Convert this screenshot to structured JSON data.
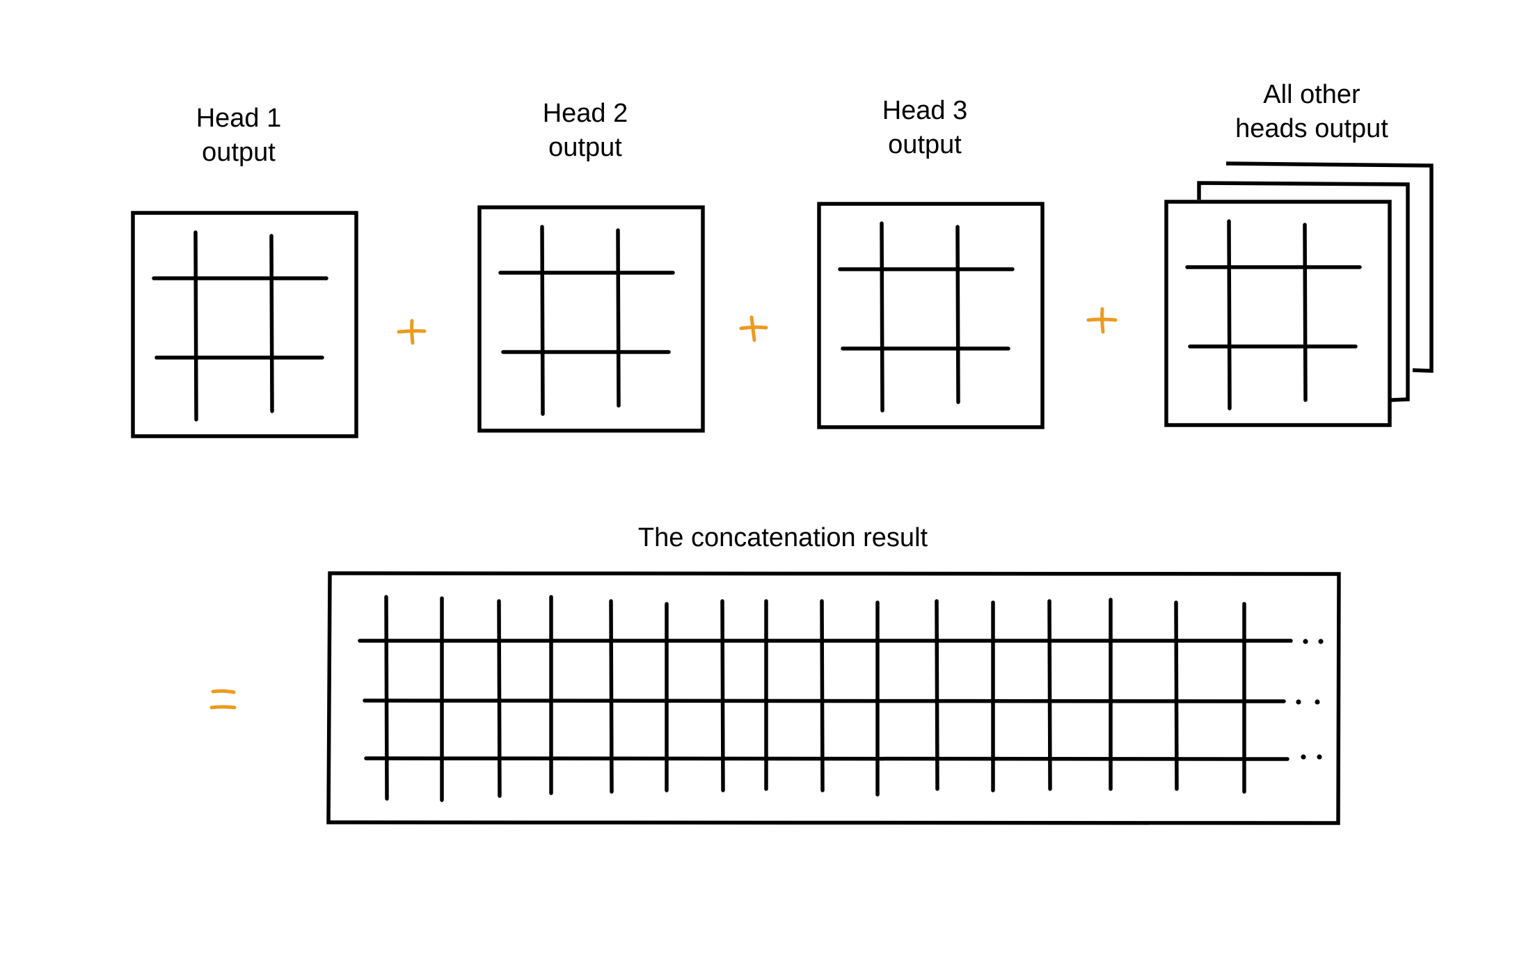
{
  "heads": [
    {
      "line1": "Head 1",
      "line2": "output"
    },
    {
      "line1": "Head 2",
      "line2": "output"
    },
    {
      "line1": "Head 3",
      "line2": "output"
    },
    {
      "line1": "All other",
      "line2": "heads output"
    }
  ],
  "result_label": "The concatenation result",
  "colors": {
    "ink": "#000000",
    "operator": "#ED9A1F",
    "background": "#ffffff"
  },
  "operators": [
    "plus",
    "plus",
    "plus",
    "equals"
  ],
  "result_grid": {
    "rows": 3,
    "columns": 16,
    "continuation": "ellipsis"
  }
}
